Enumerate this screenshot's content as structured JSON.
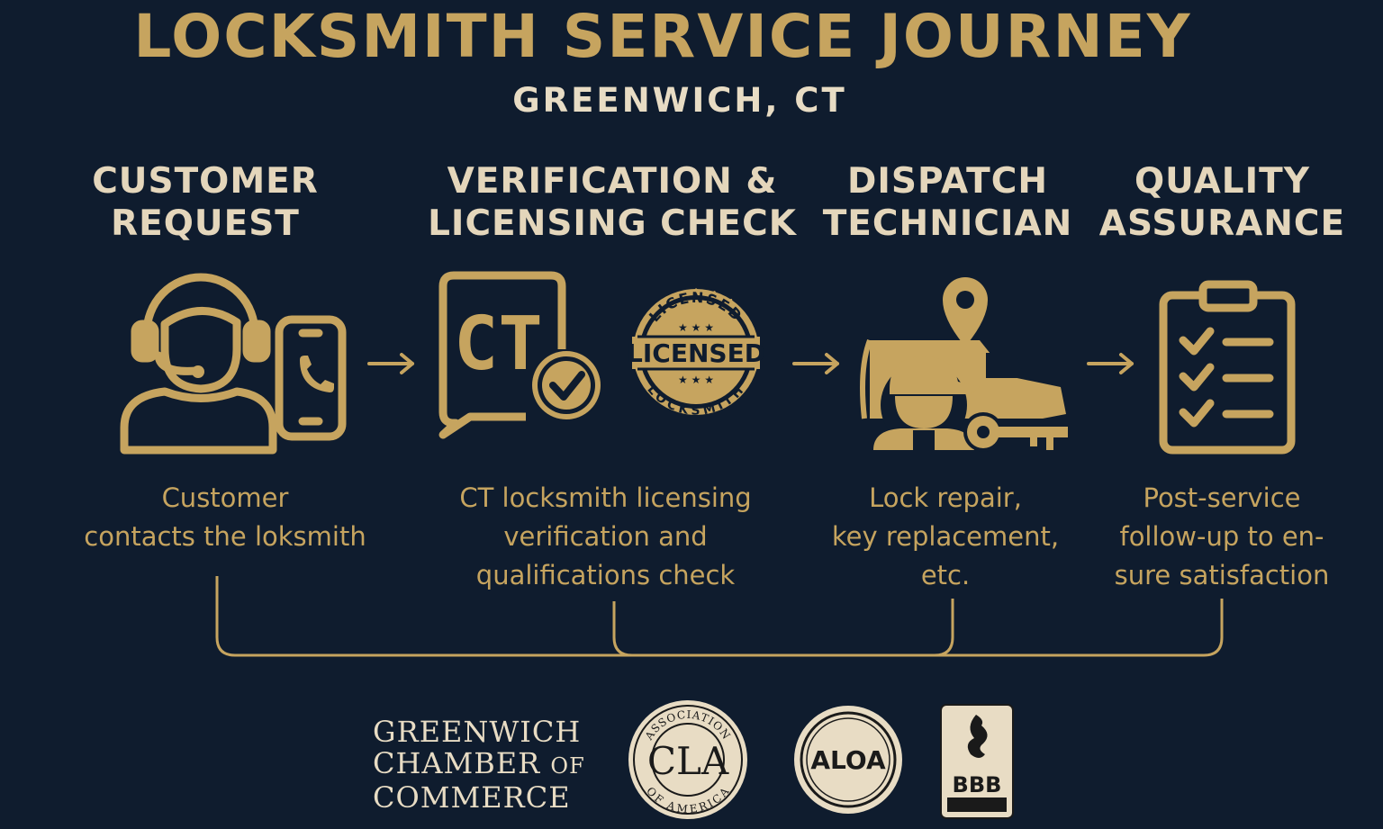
{
  "header": {
    "title": "LOCKSMITH SERVICE JOURNEY",
    "subtitle": "GREENWICH, CT"
  },
  "steps": [
    {
      "title_lines": [
        "CUSTOMER",
        "REQUEST"
      ],
      "desc_lines": [
        "Customer",
        "contacts the loksmith"
      ]
    },
    {
      "title_lines": [
        "VERIFICATION &",
        "LICENSING CHECK"
      ],
      "desc_lines": [
        "CT locksmith licensing",
        "verification and",
        "qualifications check"
      ]
    },
    {
      "title_lines": [
        "DISPATCH",
        "TECHNICIAN"
      ],
      "desc_lines": [
        "Lock repair,",
        "key replacement,",
        "etc."
      ]
    },
    {
      "title_lines": [
        "QUALITY",
        "ASSURANCE"
      ],
      "desc_lines": [
        "Post-service",
        "follow-up to en-",
        "sure satisfaction"
      ]
    }
  ],
  "icons": {
    "ct_text": "CT",
    "seal_top": "LICENSED",
    "seal_center": "LICENSED",
    "seal_bottom": "LOCKSMITH"
  },
  "affiliations": {
    "chamber_lines": [
      "GREENWICH",
      "CHAMBER",
      "OF",
      "COMMERCE"
    ],
    "cla_center": "CLA",
    "cla_ring_top": "ASSOCIATION",
    "cla_ring_bottom": "OF AMERICA",
    "aloa": "ALOA",
    "bbb": "BBB"
  },
  "colors": {
    "background": "#0f1c2e",
    "gold": "#c6a45f",
    "cream": "#e4d6bb"
  }
}
